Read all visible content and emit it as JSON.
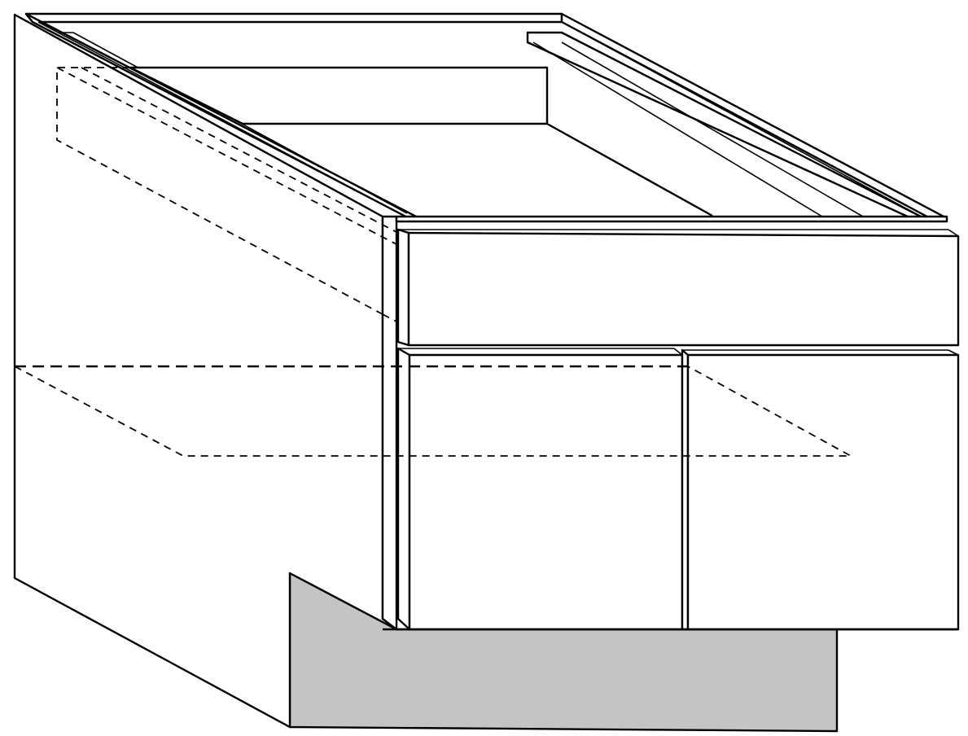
{
  "drawing": {
    "subject": "",
    "colors": {
      "line": "#000000",
      "panel": "#ffffff",
      "toe_kick": "#c4c4c4",
      "background": "#ffffff"
    },
    "parts": {
      "drawer_front_count": 1,
      "door_count": 2,
      "hidden_shelf_outlines": 2
    }
  }
}
